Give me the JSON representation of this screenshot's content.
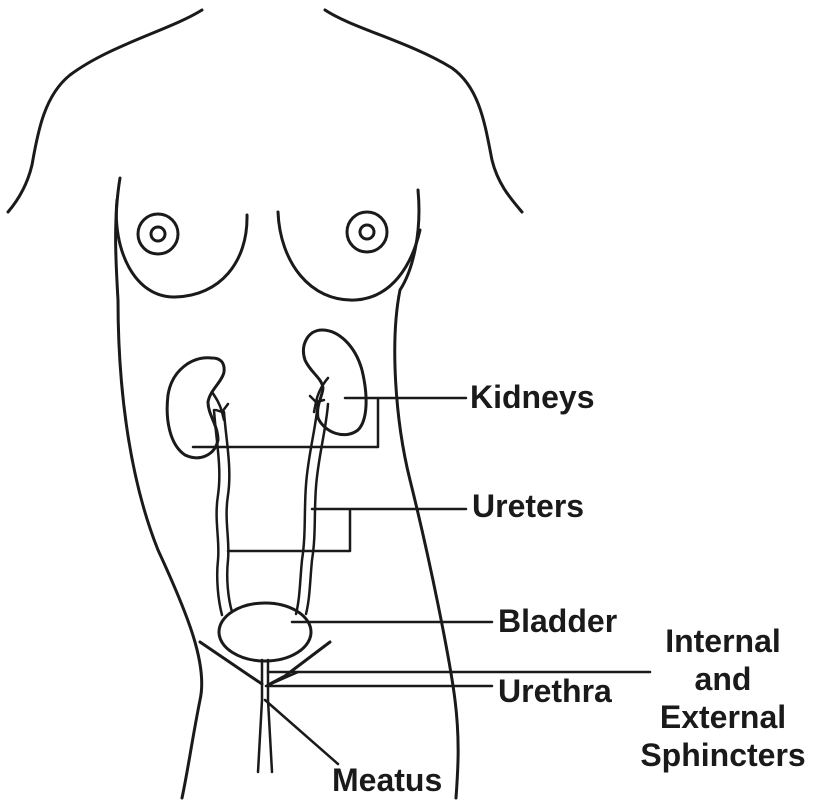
{
  "labels": {
    "kidneys": "Kidneys",
    "ureters": "Ureters",
    "bladder": "Bladder",
    "urethra": "Urethra",
    "meatus": "Meatus",
    "sphincters": [
      "Internal",
      "and",
      "External",
      "Sphincters"
    ]
  },
  "colors": {
    "line": "#1a1a1a",
    "background": "#ffffff"
  }
}
